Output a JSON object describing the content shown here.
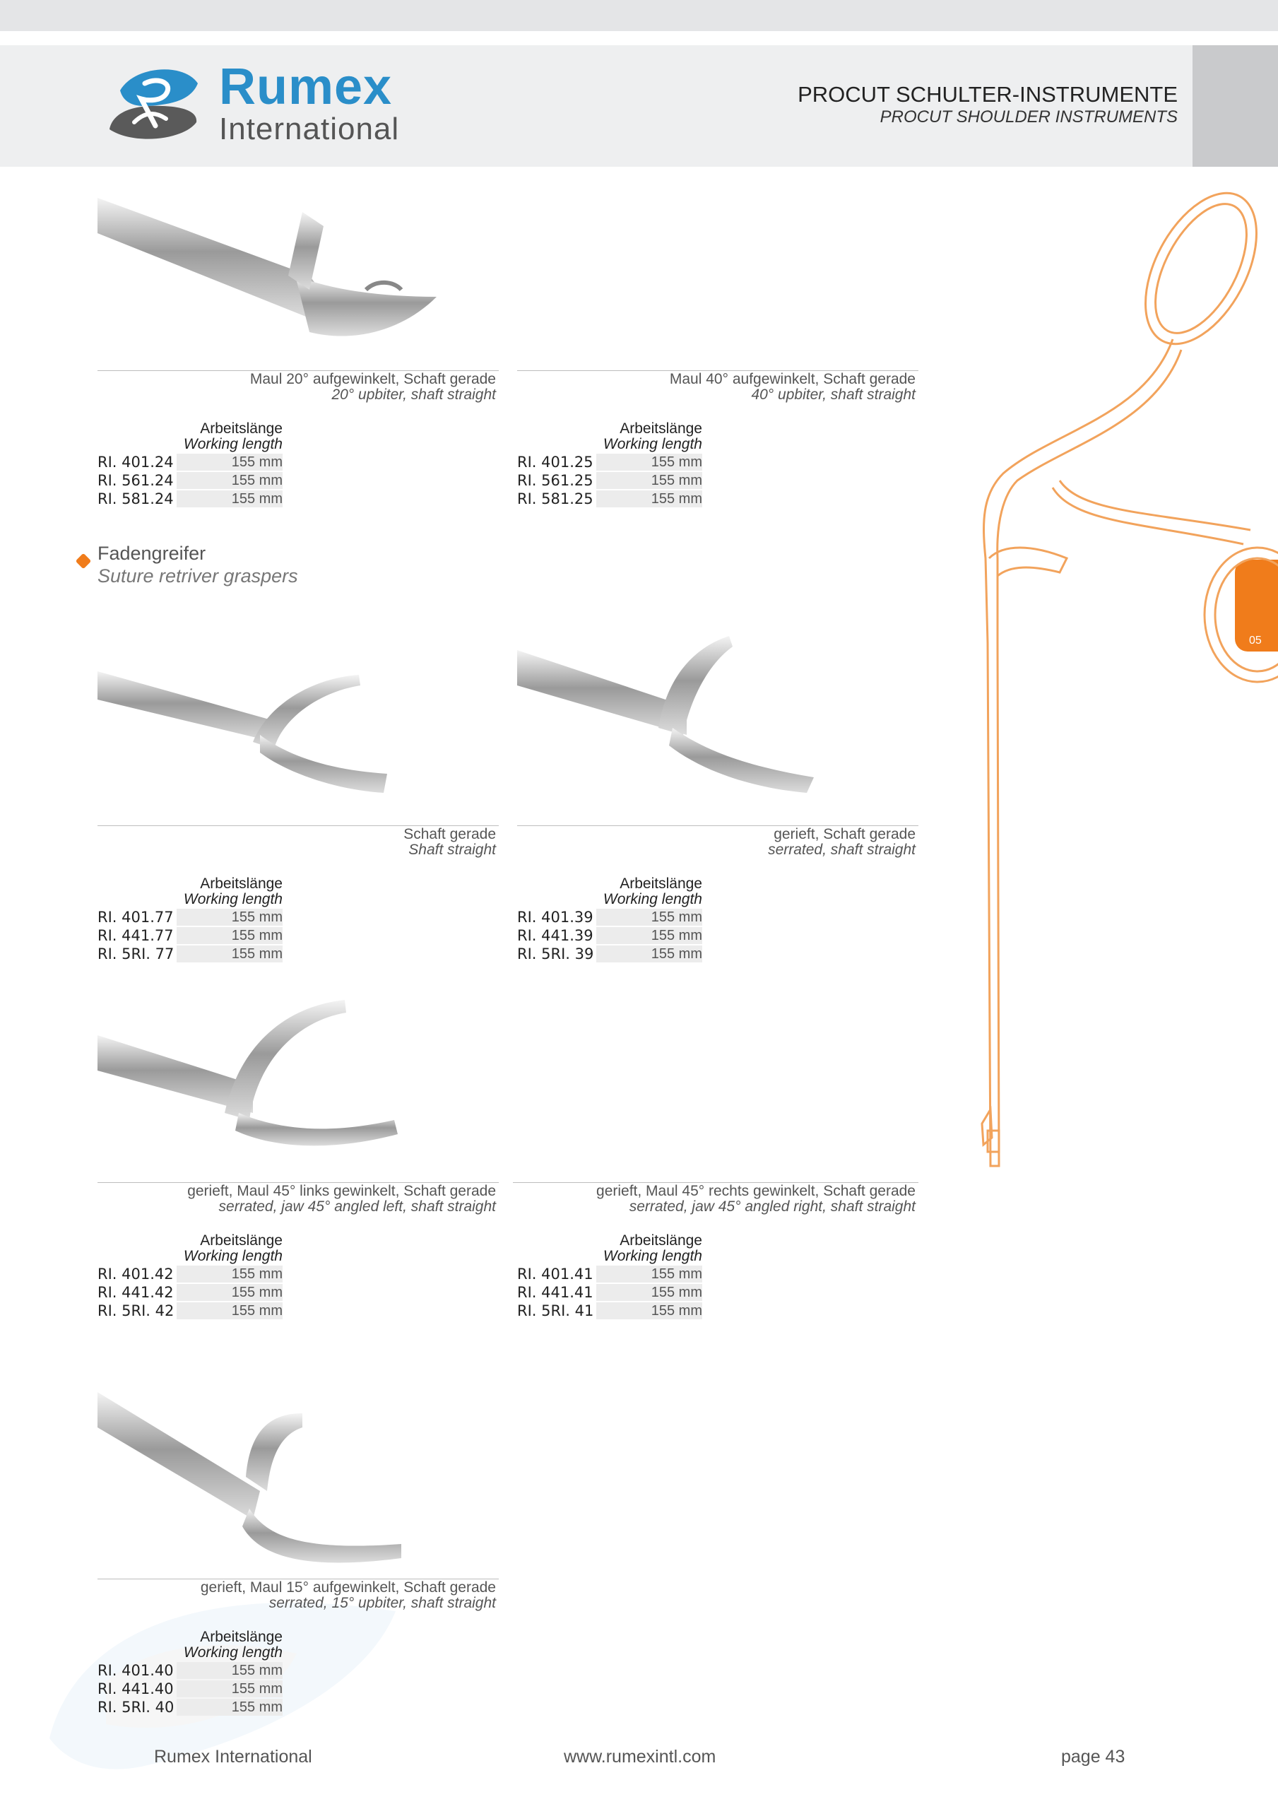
{
  "brand": {
    "name": "Rumex",
    "sub": "International",
    "color_primary": "#2a8ec9",
    "color_accent": "#f07c1b"
  },
  "header": {
    "title": "PROCUT SCHULTER-INSTRUMENTE",
    "subtitle": "PROCUT SHOULDER INSTRUMENTS"
  },
  "tab": {
    "label": "05"
  },
  "section": {
    "title_de": "Fadengreifer",
    "title_en": "Suture retriver graspers"
  },
  "spec_labels": {
    "de": "Arbeitslänge",
    "en": "Working length"
  },
  "products": [
    {
      "caption_de": "Maul 20° aufgewinkelt, Schaft gerade",
      "caption_en": "20° upbiter, shaft straight",
      "rows": [
        {
          "code": "RI. 401.24",
          "length": "155 mm"
        },
        {
          "code": "RI. 561.24",
          "length": "155 mm"
        },
        {
          "code": "RI. 581.24",
          "length": "155 mm"
        }
      ]
    },
    {
      "caption_de": "Maul 40° aufgewinkelt, Schaft gerade",
      "caption_en": "40° upbiter, shaft straight",
      "rows": [
        {
          "code": "RI. 401.25",
          "length": "155 mm"
        },
        {
          "code": "RI. 561.25",
          "length": "155 mm"
        },
        {
          "code": "RI. 581.25",
          "length": "155 mm"
        }
      ]
    },
    {
      "caption_de": "Schaft gerade",
      "caption_en": "Shaft straight",
      "rows": [
        {
          "code": "RI. 401.77",
          "length": "155 mm"
        },
        {
          "code": "RI. 441.77",
          "length": "155 mm"
        },
        {
          "code": "RI. 5RI. 77",
          "length": "155 mm"
        }
      ]
    },
    {
      "caption_de": "gerieft, Schaft gerade",
      "caption_en": "serrated, shaft straight",
      "rows": [
        {
          "code": "RI. 401.39",
          "length": "155 mm"
        },
        {
          "code": "RI. 441.39",
          "length": "155 mm"
        },
        {
          "code": "RI. 5RI. 39",
          "length": "155 mm"
        }
      ]
    },
    {
      "caption_de": "gerieft, Maul 45° links gewinkelt, Schaft gerade",
      "caption_en": "serrated, jaw 45° angled left, shaft straight",
      "rows": [
        {
          "code": "RI. 401.42",
          "length": "155 mm"
        },
        {
          "code": "RI. 441.42",
          "length": "155 mm"
        },
        {
          "code": "RI. 5RI. 42",
          "length": "155 mm"
        }
      ]
    },
    {
      "caption_de": "gerieft, Maul 45° rechts gewinkelt, Schaft gerade",
      "caption_en": "serrated, jaw 45° angled right, shaft straight",
      "rows": [
        {
          "code": "RI. 401.41",
          "length": "155 mm"
        },
        {
          "code": "RI. 441.41",
          "length": "155 mm"
        },
        {
          "code": "RI. 5RI. 41",
          "length": "155 mm"
        }
      ]
    },
    {
      "caption_de": "gerieft, Maul 15° aufgewinkelt, Schaft gerade",
      "caption_en": "serrated, 15° upbiter, shaft straight",
      "rows": [
        {
          "code": "RI. 401.40",
          "length": "155 mm"
        },
        {
          "code": "RI. 441.40",
          "length": "155 mm"
        },
        {
          "code": "RI. 5RI. 40",
          "length": "155 mm"
        }
      ]
    }
  ],
  "footer": {
    "company": "Rumex International",
    "website": "www.rumexintl.com",
    "page": "page 43"
  }
}
